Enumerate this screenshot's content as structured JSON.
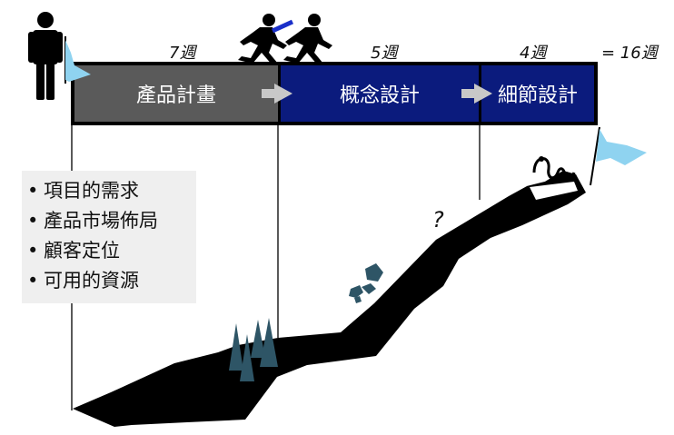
{
  "phases": [
    {
      "label": "產品計畫",
      "weeks": "7週"
    },
    {
      "label": "概念設計",
      "weeks": "5週"
    },
    {
      "label": "細節設計",
      "weeks": "4週"
    }
  ],
  "total_label": "= 16週",
  "requirements": {
    "items": [
      "項目的需求",
      "產品市場佈局",
      "顧客定位",
      "可用的資源"
    ]
  },
  "question_mark": "?",
  "colors": {
    "phase1": "#5a5a5a",
    "phase2": "#0b1b7d",
    "phase3": "#0b1b7d",
    "arrow": "#c8c8c8",
    "mountain": "#000000",
    "obstacle": "#2e5566",
    "flag": "#8fd3f0"
  },
  "icons": [
    "person-icon",
    "start-flag-icon",
    "running-people-icon",
    "spikes-icon",
    "rocks-icon",
    "snake-icon",
    "goal-flag-icon",
    "arrow-right-icon"
  ]
}
